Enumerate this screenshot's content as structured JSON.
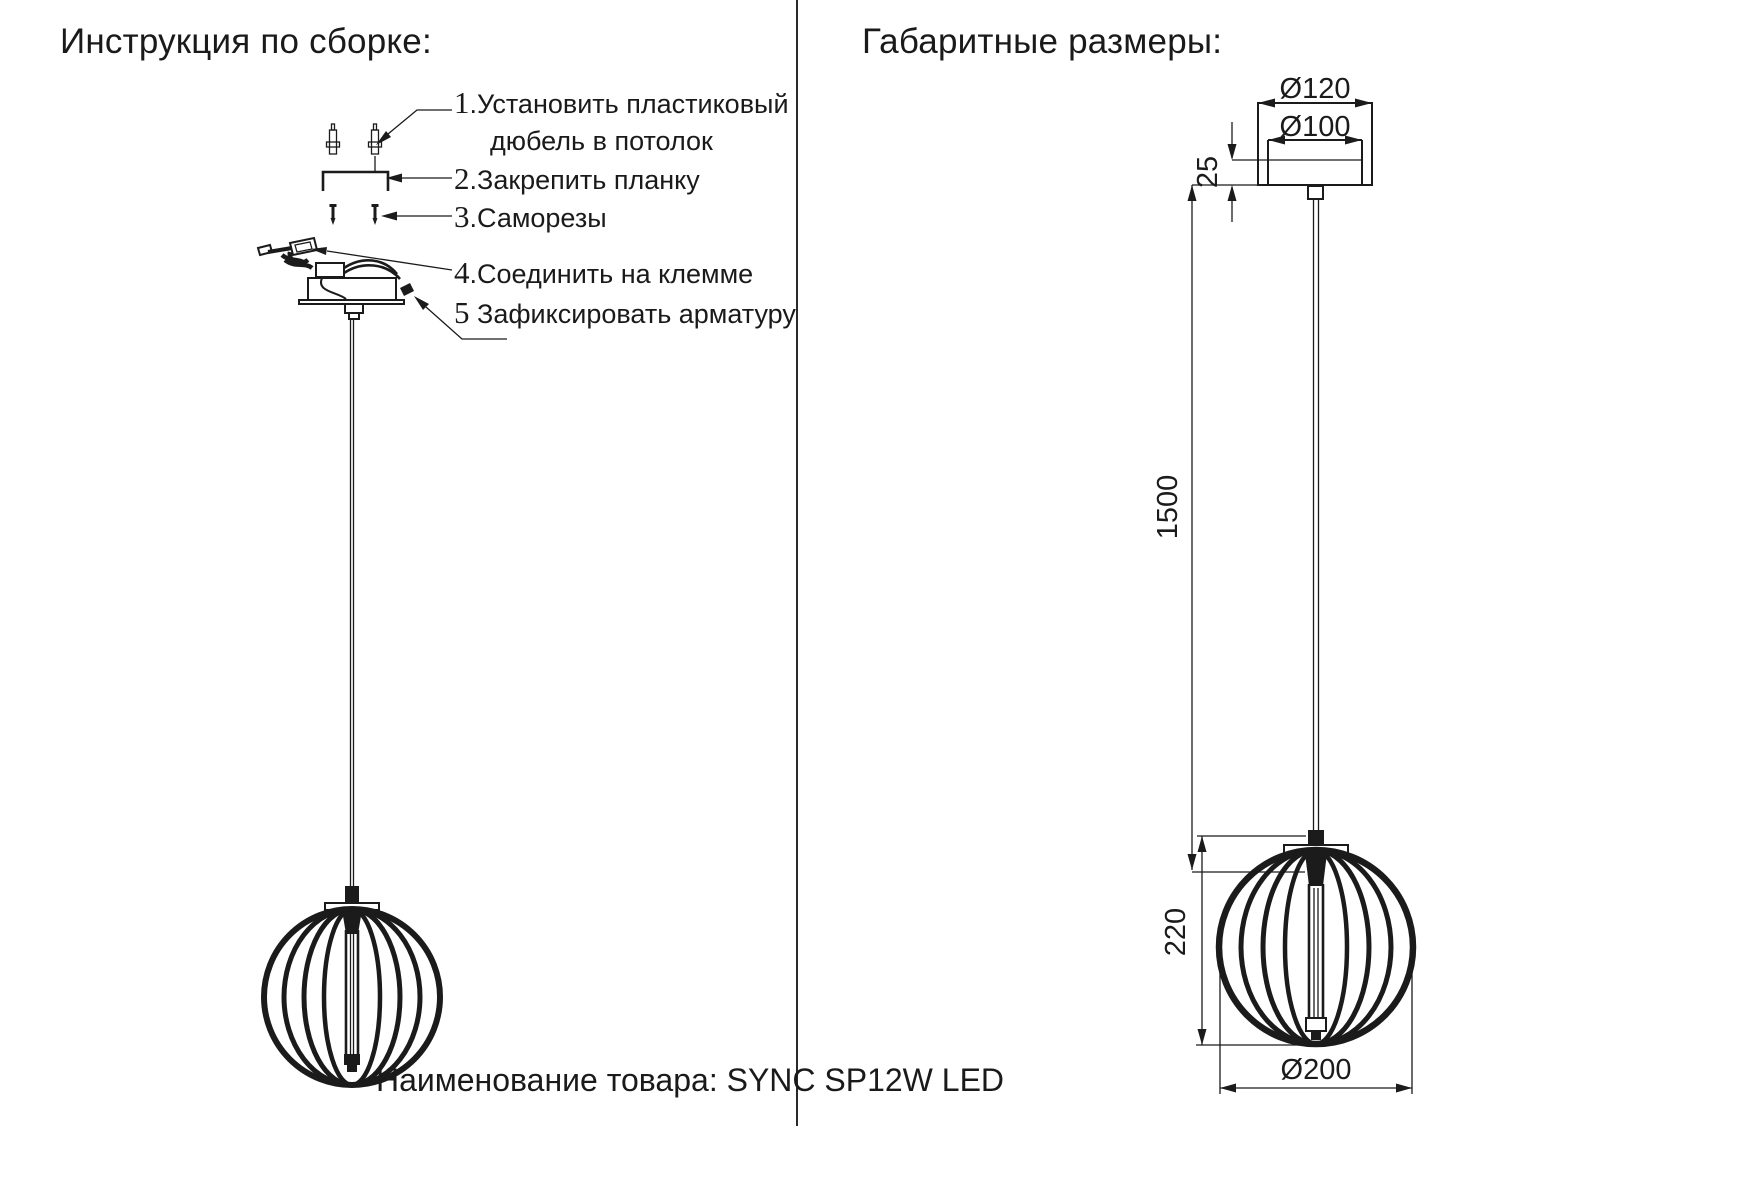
{
  "titles": {
    "assembly": "Инструкция по сборке:",
    "dimensions": "Габаритные размеры:"
  },
  "instructions": [
    {
      "num": "1",
      "sep": ".",
      "text": "Установить пластиковый",
      "text2": "дюбель в потолок"
    },
    {
      "num": "2",
      "sep": ".",
      "text": "Закрепить планку"
    },
    {
      "num": "3",
      "sep": ".",
      "text": "Саморезы"
    },
    {
      "num": "4",
      "sep": ".",
      "text": "Соединить на клемме"
    },
    {
      "num": "5",
      "sep": " ",
      "text": "Зафиксировать арматуру"
    }
  ],
  "dimensions": {
    "diameter_top_outer": "Ø120",
    "diameter_top_inner": "Ø100",
    "canopy_height": "25",
    "suspension_length": "1500",
    "shade_height": "220",
    "shade_diameter": "Ø200"
  },
  "caption": {
    "text": "Наименование товара: SYNC SP12W LED"
  },
  "colors": {
    "ink": "#1b1b1b",
    "background": "#ffffff"
  }
}
